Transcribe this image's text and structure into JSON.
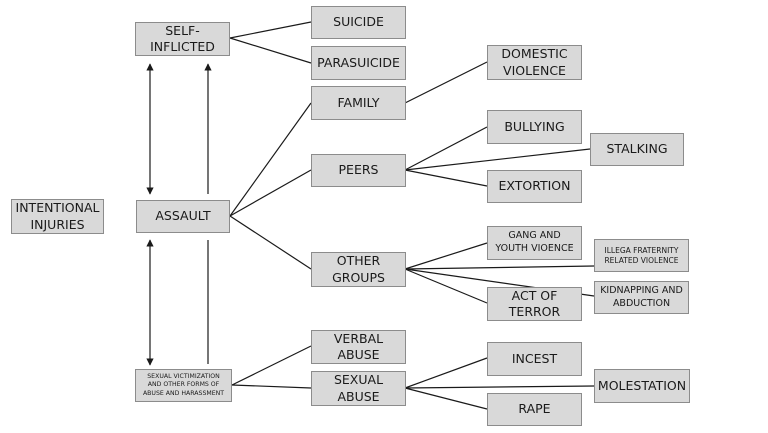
{
  "nodes": {
    "intentional_injuries": "INTENTIONAL\nINJURIES",
    "self_inflicted": "SELF-\nINFLICTED",
    "assault": "ASSAULT",
    "sexual_victimization": "SEXUAL VICTIMIZATION\nAND OTHER FORMS OF\nABUSE AND HARASSMENT",
    "suicide": "SUICIDE",
    "parasuicide": "PARASUICIDE",
    "family": "FAMILY",
    "peers": "PEERS",
    "other_groups": "OTHER\nGROUPS",
    "verbal_abuse": "VERBAL\nABUSE",
    "sexual_abuse": "SEXUAL\nABUSE",
    "domestic_violence": "DOMESTIC\nVIOLENCE",
    "bullying": "BULLYING",
    "stalking": "STALKING",
    "extortion": "EXTORTION",
    "gang_youth_violence": "GANG AND\nYOUTH VIOENCE",
    "fraternity_violence": "ILLEGA FRATERNITY\nRELATED VIOLENCE",
    "act_of_terror": "ACT OF\nTERROR",
    "kidnapping": "KIDNAPPING AND\nABDUCTION",
    "incest": "INCEST",
    "molestation": "MOLESTATION",
    "rape": "RAPE"
  },
  "colors": {
    "box_fill": "#d9d9d9",
    "box_border": "#8c8c8c",
    "line": "#1a1a1a"
  }
}
